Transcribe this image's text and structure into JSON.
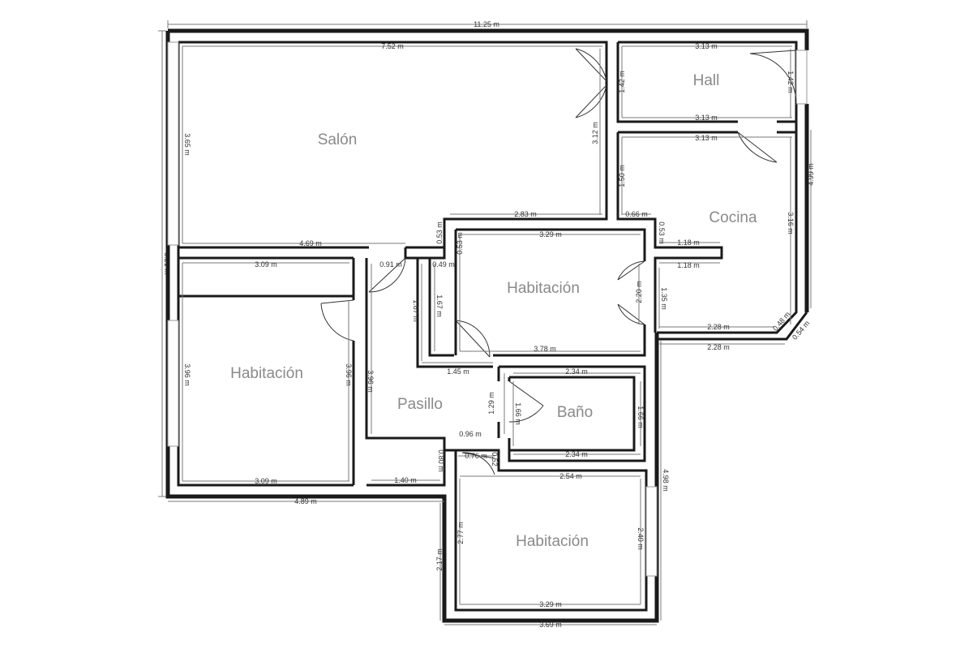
{
  "rooms": {
    "salon": "Salón",
    "hall": "Hall",
    "cocina": "Cocina",
    "habitacion_center": "Habitación",
    "habitacion_left": "Habitación",
    "pasillo": "Pasillo",
    "bano": "Baño",
    "habitacion_bottom": "Habitación"
  },
  "dims": {
    "overall_width": "11.25 m",
    "overall_height": "8.21 m",
    "salon_top": "7.52 m",
    "salon_left": "3.65 m",
    "salon_right": "3.12 m",
    "salon_bottom": "4.69 m",
    "salon_step": "2.83 m",
    "hall_top": "3.13 m",
    "hall_left": "1.42 m",
    "hall_right": "1.42 m",
    "hall_bottom": "3.13 m",
    "cocina_top": "3.13 m",
    "cocina_left": "1.50 m",
    "cocina_right": "3.16 m",
    "cocina_step": "0.66 m",
    "cocina_notch_a": "0.53 m",
    "cocina_counter_top": "1.18 m",
    "cocina_counter_bottom": "1.18 m",
    "cocina_bottom": "2.28 m",
    "cocina_outer_bottom": "2.28 m",
    "cocina_chamfer": "0.48 m",
    "cocina_chamfer_outer": "0.54 m",
    "east_wall": "4.99 m",
    "hab_c_top": "3.29 m",
    "hab_c_left": "0.53 m",
    "hab_c_notch": "0.53 m",
    "hab_c_right": "2.20 m",
    "hab_c_right2": "1.35 m",
    "hab_c_bottom": "3.78 m",
    "closet_w": "0.49 m",
    "closet_h": "1.67 m",
    "corridor_h": "1.87 m",
    "corridor_w": "0.91 m",
    "corridor_bottom": "1.45 m",
    "hab_l_top": "3.09 m",
    "hab_l_left": "3.96 m",
    "hab_l_right": "3.96 m",
    "hab_l_bottom": "3.09 m",
    "pasillo_left": "3.96 m",
    "pasillo_step": "0.96 m",
    "pasillo_low": "0.80 m",
    "pasillo_bottom": "1.40 m",
    "left_bottom": "4.89 m",
    "bano_top": "2.34 m",
    "bano_left": "1.66 m",
    "bano_left2": "1.29 m",
    "bano_right": "1.66 m",
    "bano_bottom": "2.34 m",
    "small_w": "0.76 m",
    "small_h": "0.52",
    "hab_b_top": "2.54 m",
    "hab_b_left": "2.77 m",
    "hab_b_right": "2.40 m",
    "hab_b_bottom": "3.29 m",
    "hab_b_outer": "3.69 m",
    "hab_b_outer_left": "2.17 m",
    "east_lower": "4.98 m"
  },
  "colors": {
    "wall": "#1a1a1a",
    "text": "#8a8a8a",
    "dimension": "#7a7a7a"
  }
}
